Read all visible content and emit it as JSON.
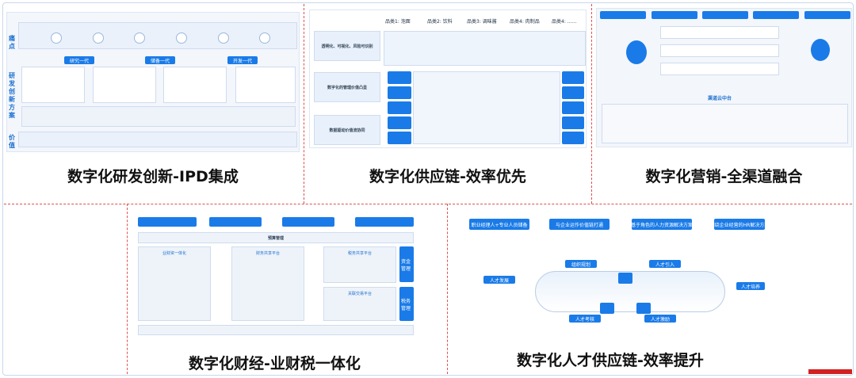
{
  "captions": {
    "rd": "数字化研发创新-IPD集成",
    "supply": "数字化供应链-效率优先",
    "marketing": "数字化营销-全渠道融合",
    "finance": "数字化财经-业财税一体化",
    "talent": "数字化人才供应链-效率提升"
  },
  "rd_panel": {
    "side_labels": [
      "痛点",
      "研发创新方案",
      "价值"
    ],
    "stages": [
      "研究一代",
      "储备一代",
      "开发一代"
    ]
  },
  "supply_panel": {
    "categories": [
      "品类1: 泡面",
      "品类2: 饮料",
      "品类3: 调味酱",
      "品类4: 肉制品",
      "品类4: ……"
    ],
    "left_blocks": [
      "透明化、可视化、风险可识别",
      "数字化的管理价值凸显",
      "数据驱动价值流协同"
    ]
  },
  "marketing_panel": {
    "hub_label": "渠道云中台"
  },
  "finance_panel": {
    "middle_label": "预算管理",
    "blocks": [
      "业财资一体化",
      "财务共享平台",
      "税务共享平台",
      "关联交易平台"
    ],
    "right_labels": [
      "资金管理",
      "税务管理"
    ]
  },
  "talent_panel": {
    "headers": [
      "职业经理人+专业人员储备",
      "与企业运作价值链打通",
      "基于角色的人力资源解决方案",
      "围绕企业经营的HR解决方案"
    ],
    "nodes": [
      "组织规划",
      "人才引入",
      "人才培养",
      "人才激励",
      "人才考核",
      "人才发展"
    ]
  },
  "colors": {
    "accent": "#1a7be8",
    "divider": "#e05050",
    "brand_mark": "#d32020"
  }
}
